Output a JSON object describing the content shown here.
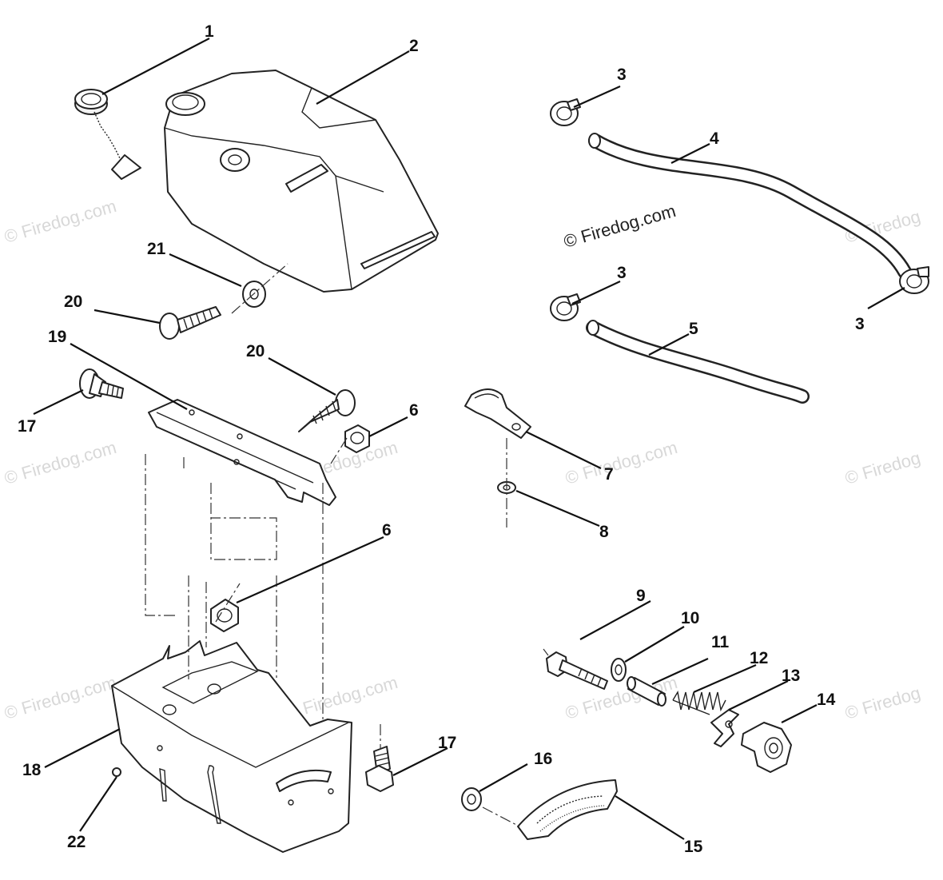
{
  "watermark": {
    "text": "© Firedog.com",
    "edge_text": "© Firedog"
  },
  "callouts": {
    "c1": "1",
    "c2": "2",
    "c3a": "3",
    "c3b": "3",
    "c3c": "3",
    "c4": "4",
    "c5": "5",
    "c6a": "6",
    "c6b": "6",
    "c7": "7",
    "c8": "8",
    "c9": "9",
    "c10": "10",
    "c11": "11",
    "c12": "12",
    "c13": "13",
    "c14": "14",
    "c15": "15",
    "c16": "16",
    "c17a": "17",
    "c17b": "17",
    "c18": "18",
    "c19": "19",
    "c20a": "20",
    "c20b": "20",
    "c21": "21",
    "c22": "22"
  }
}
